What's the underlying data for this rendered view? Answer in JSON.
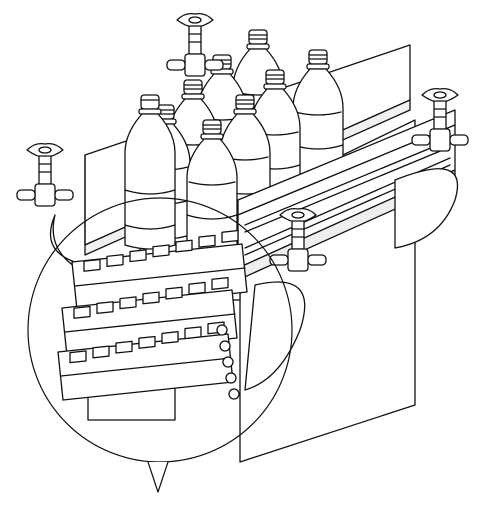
{
  "diagram": {
    "subject": "bottle-conveyor-with-side-guides",
    "style": "black-line-drawing-on-white",
    "colors": {
      "background": "#ffffff",
      "line": "#111111",
      "fill": "#ffffff",
      "shade": "#e9e9e9"
    },
    "components": {
      "bottles": 9,
      "knob_clamps": 4,
      "guide_rails": 2,
      "chain_rows_visible": 3
    },
    "callout": {
      "shape": "circle-with-pointer",
      "label_text": ""
    }
  }
}
